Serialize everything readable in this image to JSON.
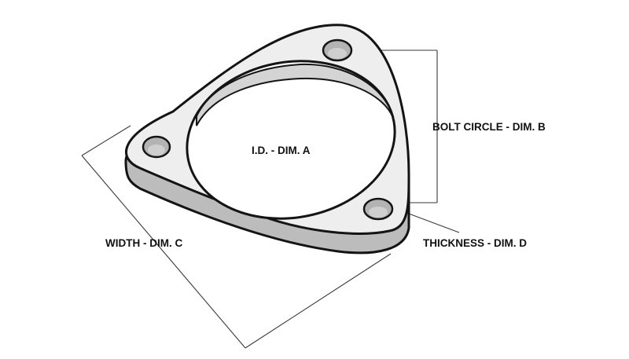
{
  "labels": {
    "inner_diameter": "I.D. - DIM. A",
    "bolt_circle": "BOLT CIRCLE - DIM. B",
    "width": "WIDTH - DIM. C",
    "thickness": "THICKNESS - DIM. D"
  },
  "colors": {
    "face": "#eeeeee",
    "side": "#bcbcbc",
    "bore_wall": "#d4d4d4",
    "bolt_hole": "#b3b3b3",
    "outline": "#141414",
    "leader": "#3a3a3a",
    "text": "#111111"
  }
}
